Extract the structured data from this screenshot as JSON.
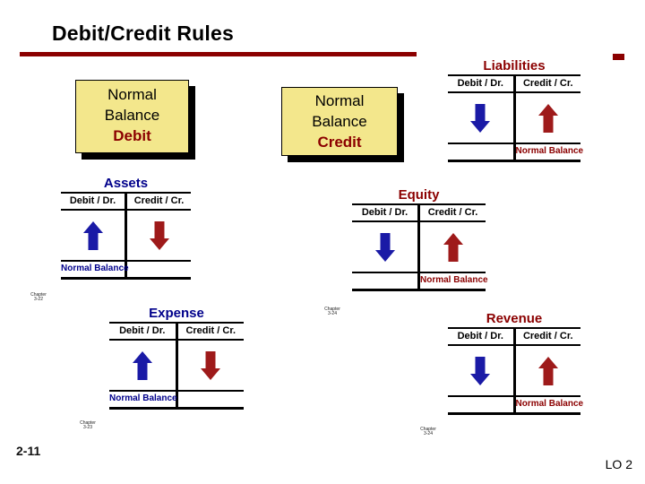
{
  "slide": {
    "title": "Debit/Credit Rules",
    "page_number": "2-11",
    "footer_right": "LO 2"
  },
  "callouts": {
    "debit_box": {
      "lines": [
        "Normal",
        "Balance",
        "Debit"
      ]
    },
    "credit_box": {
      "lines": [
        "Normal",
        "Balance",
        "Credit"
      ]
    }
  },
  "accounts": {
    "liabilities": {
      "title": "Liabilities",
      "debit_header": "Debit / Dr.",
      "credit_header": "Credit / Cr.",
      "debit_arrow": "down",
      "credit_arrow": "up",
      "normal_balance_side": "credit",
      "normal_balance_label": "Normal Balance"
    },
    "assets": {
      "title": "Assets",
      "debit_header": "Debit / Dr.",
      "credit_header": "Credit / Cr.",
      "debit_arrow": "up",
      "credit_arrow": "down",
      "normal_balance_side": "debit",
      "normal_balance_label": "Normal Balance"
    },
    "equity": {
      "title": "Equity",
      "debit_header": "Debit / Dr.",
      "credit_header": "Credit / Cr.",
      "debit_arrow": "down",
      "credit_arrow": "up",
      "normal_balance_side": "credit",
      "normal_balance_label": "Normal Balance"
    },
    "expense": {
      "title": "Expense",
      "debit_header": "Debit / Dr.",
      "credit_header": "Credit / Cr.",
      "debit_arrow": "up",
      "credit_arrow": "down",
      "normal_balance_side": "debit",
      "normal_balance_label": "Normal Balance"
    },
    "revenue": {
      "title": "Revenue",
      "debit_header": "Debit / Dr.",
      "credit_header": "Credit / Cr.",
      "debit_arrow": "down",
      "credit_arrow": "up",
      "normal_balance_side": "credit",
      "normal_balance_label": "Normal Balance"
    }
  },
  "footnotes": [
    {
      "line1": "Chapter",
      "line2": "3-22"
    },
    {
      "line1": "Chapter",
      "line2": "3-23"
    },
    {
      "line1": "Chapter",
      "line2": "3-24"
    },
    {
      "line1": "Chapter",
      "line2": "3-24"
    }
  ],
  "colors": {
    "accent_red": "#8B0000",
    "navy": "#00008B",
    "arrow_blue": "#1A1AA6",
    "arrow_red": "#9E1A1A",
    "callout_fill": "#F3E78C"
  }
}
